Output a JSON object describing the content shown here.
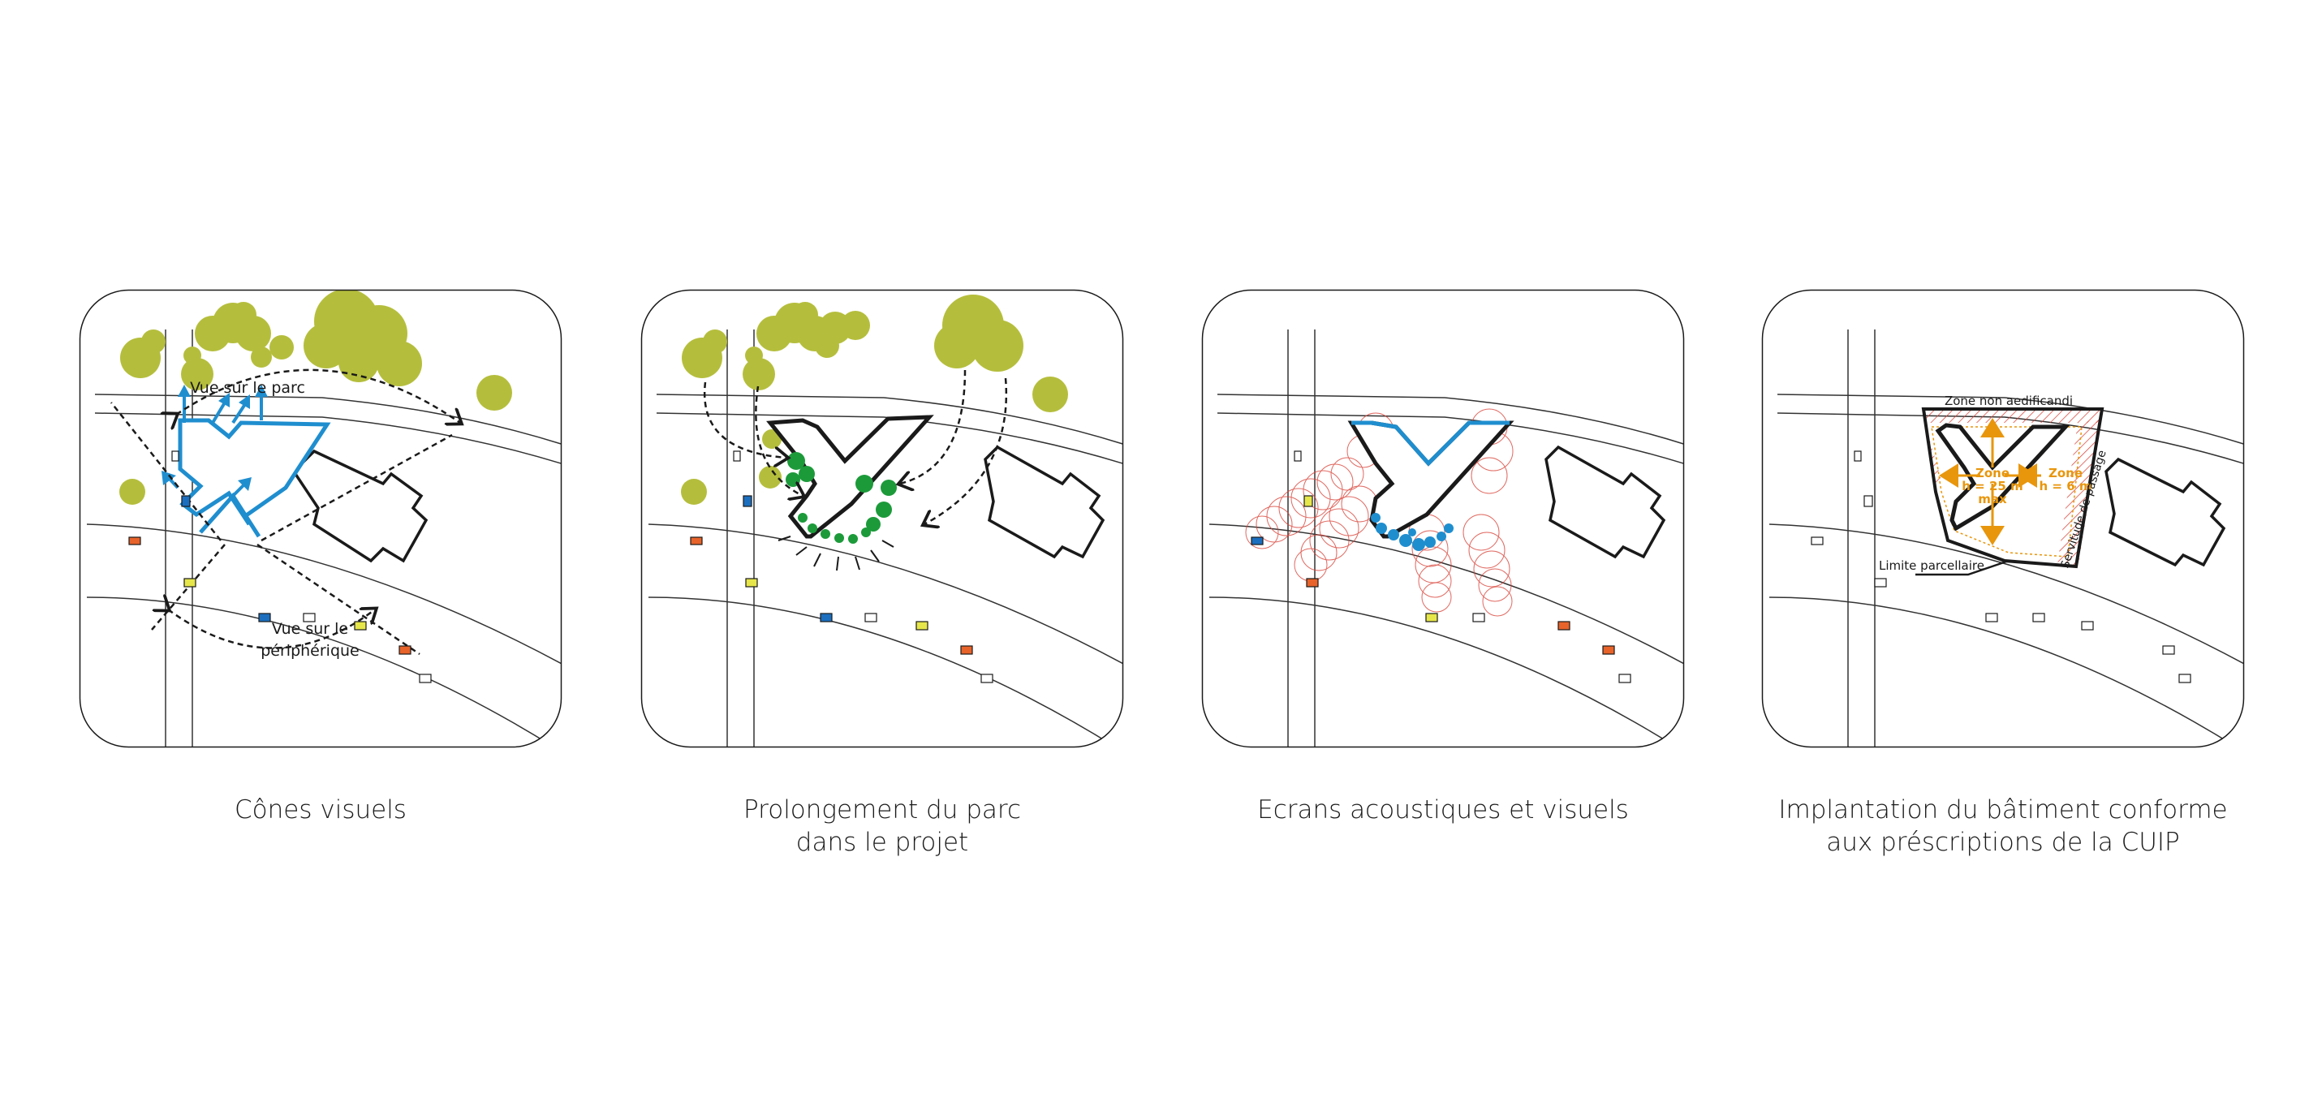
{
  "panels": [
    {
      "caption_lines": [
        "Cônes visuels"
      ],
      "labels": {
        "view_park": "Vue sur le parc",
        "view_ring_1": "Vue sur le",
        "view_ring_2": "périphérique"
      }
    },
    {
      "caption_lines": [
        "Prolongement du parc",
        "dans le projet"
      ]
    },
    {
      "caption_lines": [
        "Ecrans acoustiques et visuels"
      ]
    },
    {
      "caption_lines": [
        "Implantation du bâtiment conforme",
        "aux préscriptions de la CUIP"
      ],
      "labels": {
        "zone_non": "Zone non aedificandi",
        "zone_1": "Zone",
        "zone_1_h": "h = 25 m",
        "zone_1_max": "max",
        "zone_2": "Zone",
        "zone_2_h": "h = 6 m",
        "servitude": "Servitude de passage",
        "limite": "Limite parcellaire"
      }
    }
  ],
  "colors": {
    "tree": "#b5be3c",
    "blue": "#1f8ecf",
    "green": "#1c9a3a",
    "orange": "#e8960c",
    "red_hatch": "#d9443a",
    "car_orange": "#e8632a",
    "car_yellow": "#e6e64a",
    "car_blue": "#1c6fbf"
  }
}
